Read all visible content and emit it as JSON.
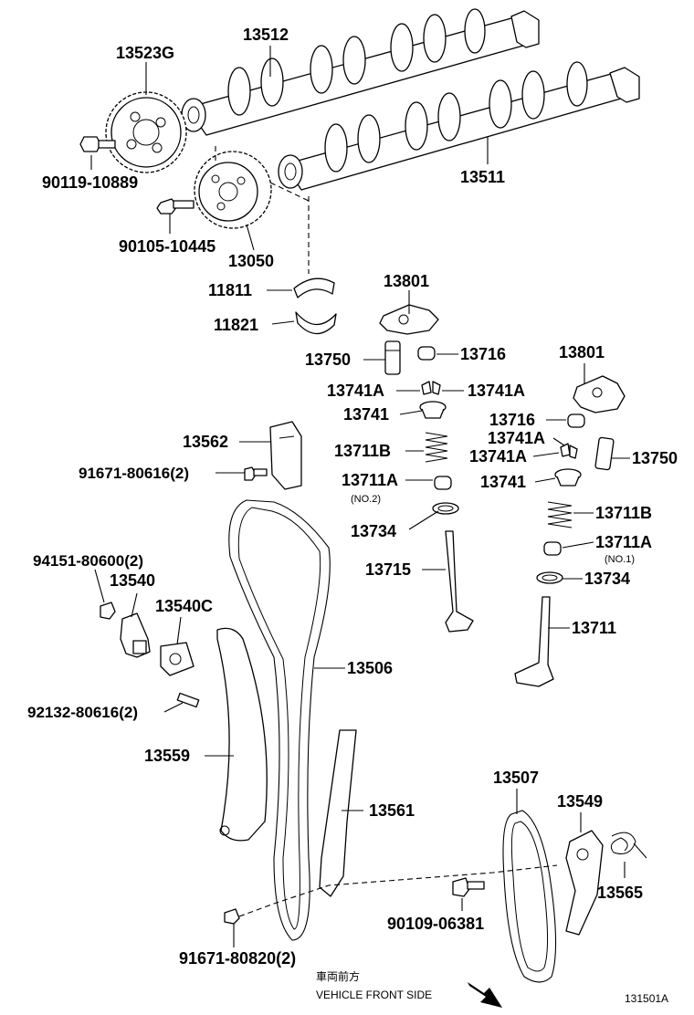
{
  "labels": {
    "camshaft_exhaust": "13512",
    "camshaft_intake": "13511",
    "sprocket_exhaust": "13523G",
    "bolt_sprocket": "90119-10889",
    "bolt_vvt": "90105-10445",
    "vvt_gear": "13050",
    "bearing_upper": "11811",
    "bearing_lower": "11821",
    "rocker_upper": "13801",
    "lash_adjuster_upper": "13750",
    "spacer_upper": "13716",
    "keeper_left": "13741A",
    "keeper_right": "13741A",
    "retainer_upper": "13741",
    "spring_upper": "13711B",
    "seat_upper": "13711A",
    "seat_upper_note": "(NO.2)",
    "seal_upper": "13734",
    "valve_exhaust": "13715",
    "rocker_lower": "13801",
    "spacer_lower": "13716",
    "keeper_lower_1": "13741A",
    "keeper_lower_2": "13741A",
    "lash_adjuster_lower": "13750",
    "retainer_lower": "13741",
    "spring_lower": "13711B",
    "seat_lower": "13711A",
    "seat_lower_note": "(NO.1)",
    "seal_lower": "13734",
    "valve_intake": "13711",
    "damper": "13562",
    "bolt_damper": "91671-80616(2)",
    "bolt_tensioner": "94151-80600(2)",
    "tensioner": "13540",
    "gasket": "13540C",
    "stud": "92132-80616(2)",
    "chain_main": "13506",
    "slipper": "13559",
    "guide": "13561",
    "chain_sub": "13507",
    "tensioner_arm": "13549",
    "spring_sub": "13565",
    "bolt_arm": "90109-06381",
    "bolt_guide": "91671-80820(2)"
  },
  "footer": {
    "front_kanji": "車両前方",
    "front_text": "VEHICLE FRONT SIDE",
    "diagram_id": "131501A"
  }
}
